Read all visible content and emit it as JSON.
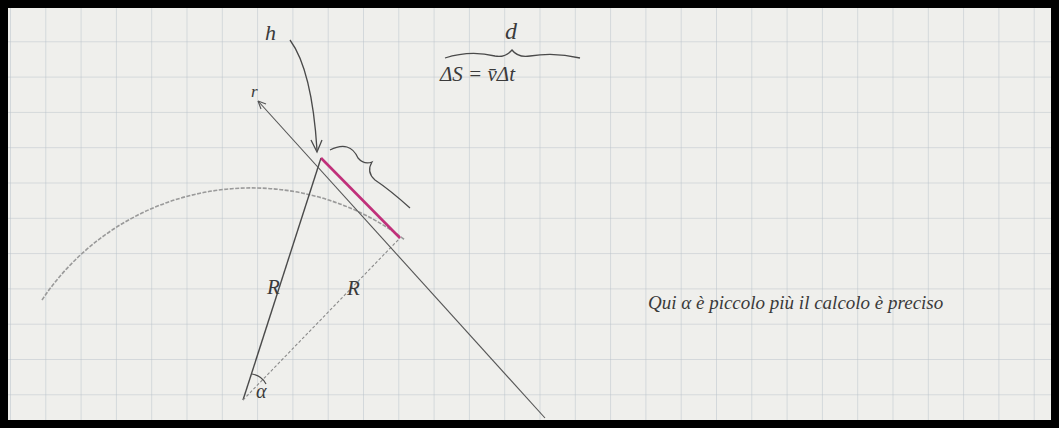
{
  "diagram": {
    "labels": [
      "r",
      "d",
      "ΔS = v̄Δt",
      "h",
      "R",
      "R",
      "α",
      "Qui α è piccolo più il calcolo è preciso"
    ]
  }
}
